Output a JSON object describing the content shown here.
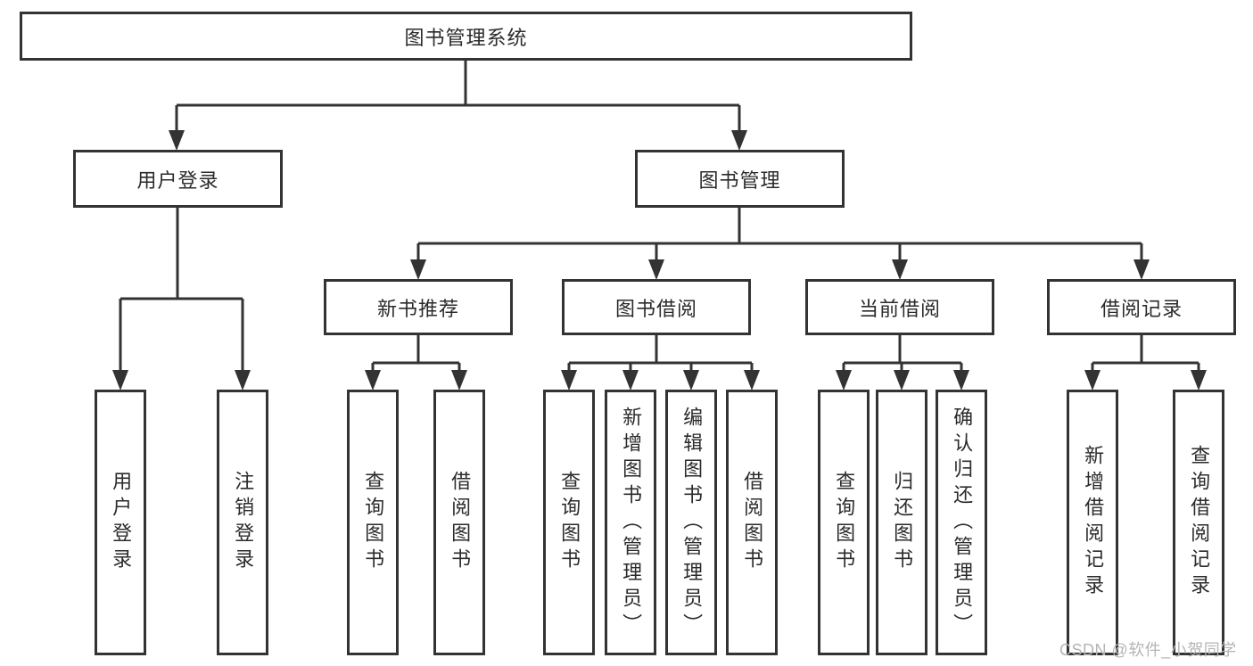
{
  "diagram": {
    "root": {
      "label": "图书管理系统"
    },
    "branches": [
      {
        "label": "用户登录",
        "children": [
          {
            "label": "用户登录"
          },
          {
            "label": "注销登录"
          }
        ]
      },
      {
        "label": "图书管理",
        "children": [
          {
            "label": "新书推荐",
            "children": [
              {
                "label": "查询图书"
              },
              {
                "label": "借阅图书"
              }
            ]
          },
          {
            "label": "图书借阅",
            "children": [
              {
                "label": "查询图书"
              },
              {
                "label": "新增图书（管理员）"
              },
              {
                "label": "编辑图书（管理员）"
              },
              {
                "label": "借阅图书"
              }
            ]
          },
          {
            "label": "当前借阅",
            "children": [
              {
                "label": "查询图书"
              },
              {
                "label": "归还图书"
              },
              {
                "label": "确认归还（管理员）"
              }
            ]
          },
          {
            "label": "借阅记录",
            "children": [
              {
                "label": "新增借阅记录"
              },
              {
                "label": "查询借阅记录"
              }
            ]
          }
        ]
      }
    ],
    "watermark": "CSDN @软件_小贺同学",
    "colors": {
      "line": "#333333",
      "text": "#2b2b2b",
      "watermark": "#b5b5b5",
      "background": "#ffffff"
    }
  }
}
